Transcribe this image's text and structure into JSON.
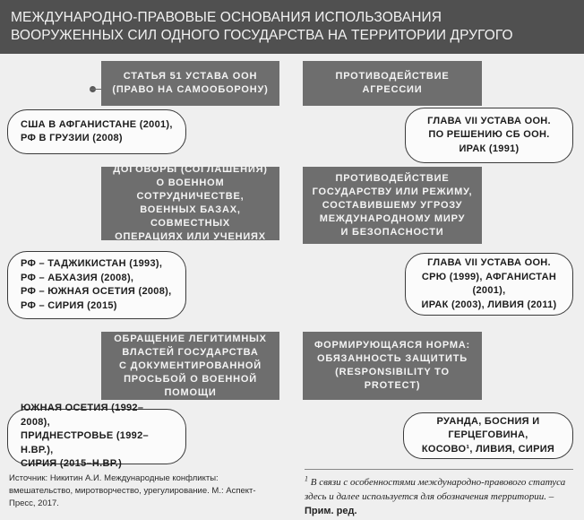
{
  "title": "МЕЖДУНАРОДНО-ПРАВОВЫЕ ОСНОВАНИЯ ИСПОЛЬЗОВАНИЯ ВООРУЖЕННЫХ СИЛ ОДНОГО ГОСУДАРСТВА НА ТЕРРИТОРИИ ДРУГОГО",
  "left_column": [
    {
      "header": "СТАТЬЯ 51 УСТАВА ООН\n(ПРАВО НА САМООБОРОНУ)",
      "cases": "США В АФГАНИСТАНЕ (2001),\nРФ В ГРУЗИИ (2008)"
    },
    {
      "header": "ДОГОВОРЫ (СОГЛАШЕНИЯ)\nО ВОЕННОМ СОТРУДНИЧЕСТВЕ,\nВОЕННЫХ БАЗАХ, СОВМЕСТНЫХ\nОПЕРАЦИЯХ ИЛИ УЧЕНИЯХ",
      "cases": "РФ – ТАДЖИКИСТАН (1993),\nРФ – АБХАЗИЯ (2008),\nРФ – ЮЖНАЯ ОСЕТИЯ (2008),\nРФ – СИРИЯ (2015)"
    },
    {
      "header": "ОБРАЩЕНИЕ ЛЕГИТИМНЫХ\nВЛАСТЕЙ ГОСУДАРСТВА\nС ДОКУМЕНТИРОВАННОЙ\nПРОСЬБОЙ О ВОЕННОЙ ПОМОЩИ",
      "cases": "ЮЖНАЯ ОСЕТИЯ (1992–2008),\nПРИДНЕСТРОВЬЕ (1992–Н.ВР.),\nСИРИЯ (2015–Н.ВР.)"
    }
  ],
  "right_column": [
    {
      "header": "ПРОТИВОДЕЙСТВИЕ АГРЕССИИ",
      "cases": "ГЛАВА VII УСТАВА ООН.\nПО РЕШЕНИЮ СБ ООН.\nИРАК (1991)"
    },
    {
      "header": "ПРОТИВОДЕЙСТВИЕ\nГОСУДАРСТВУ ИЛИ РЕЖИМУ,\nСОСТАВИВШЕМУ УГРОЗУ\nМЕЖДУНАРОДНОМУ МИРУ\nИ БЕЗОПАСНОСТИ",
      "cases": "ГЛАВА VII УСТАВА ООН.\nСРЮ (1999), АФГАНИСТАН (2001),\nИРАК (2003), ЛИВИЯ (2011)"
    },
    {
      "header": "ФОРМИРУЮЩАЯСЯ НОРМА:\nОБЯЗАННОСТЬ ЗАЩИТИТЬ\n(RESPONSIBILITY TO PROTECT)",
      "cases": "РУАНДА, БОСНИЯ И ГЕРЦЕГОВИНА,\nКОСОВО¹, ЛИВИЯ, СИРИЯ"
    }
  ],
  "footer": {
    "source": "Источник: Никитин А.И. Международные конфликты: вмешательство, миротворчество, урегулирование. М.: Аспект-Пресс, 2017.",
    "note_marker": "1",
    "note_text": "В связи с особенностями международно-правового статуса здесь и далее используется для обозначения территории. –",
    "note_editor": "Прим. ред."
  },
  "colors": {
    "title_bar": "#505050",
    "header_box": "#6e6e6e",
    "case_border": "#3a3a3a",
    "background": "#efefef"
  }
}
